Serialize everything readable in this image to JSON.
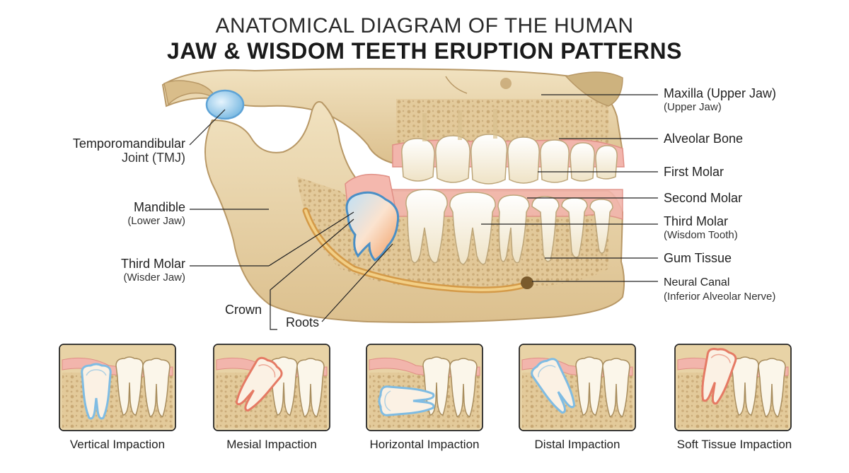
{
  "title": {
    "line1": "ANATOMICAL DIAGRAM OF THE HUMAN",
    "line2": "JAW & WISDOM TEETH ERUPTION PATTERNS"
  },
  "colors": {
    "bone": "#e8d5ad",
    "bone_dark": "#c9ad7a",
    "gum": "#f0a6a0",
    "tooth": "#fbf6ea",
    "nerve": "#e0b260",
    "tmj": "#9fd0ef",
    "impacted_red": "#e57a64",
    "impacted_blue": "#7fbce3"
  },
  "left_labels": [
    {
      "id": "tmj",
      "main": "Temporomandibular",
      "sub": "Joint (TMJ)"
    },
    {
      "id": "mandible",
      "main": "Mandible",
      "sub": "(Lower Jaw)"
    },
    {
      "id": "third-molar-left",
      "main": "Third Molar",
      "sub": "(Wisder Jaw)"
    }
  ],
  "bottom_labels": {
    "crown": "Crown",
    "roots": "Roots"
  },
  "right_labels": [
    {
      "id": "maxilla",
      "main": "Maxilla (Upper Jaw)",
      "sub": "(Upper Jaw)"
    },
    {
      "id": "alveolar-bone",
      "main": "Alveolar Bone",
      "sub": ""
    },
    {
      "id": "first-molar",
      "main": "First Molar",
      "sub": ""
    },
    {
      "id": "second-molar",
      "main": "Second Molar",
      "sub": ""
    },
    {
      "id": "third-molar-right",
      "main": "Third Molar",
      "sub": "(Wisdom Tooth)"
    },
    {
      "id": "gum-tissue",
      "main": "Gum Tissue",
      "sub": ""
    },
    {
      "id": "neural-canal",
      "main": "Neural Canal",
      "sub": "(Inferior Alveolar Nerve)"
    }
  ],
  "panels": [
    {
      "id": "vertical",
      "caption": "Vertical Impaction"
    },
    {
      "id": "mesial",
      "caption": "Mesial Impaction"
    },
    {
      "id": "horizontal",
      "caption": "Horizontal Impaction"
    },
    {
      "id": "distal",
      "caption": "Distal Impaction"
    },
    {
      "id": "soft-tissue",
      "caption": "Soft Tissue Impaction"
    }
  ]
}
